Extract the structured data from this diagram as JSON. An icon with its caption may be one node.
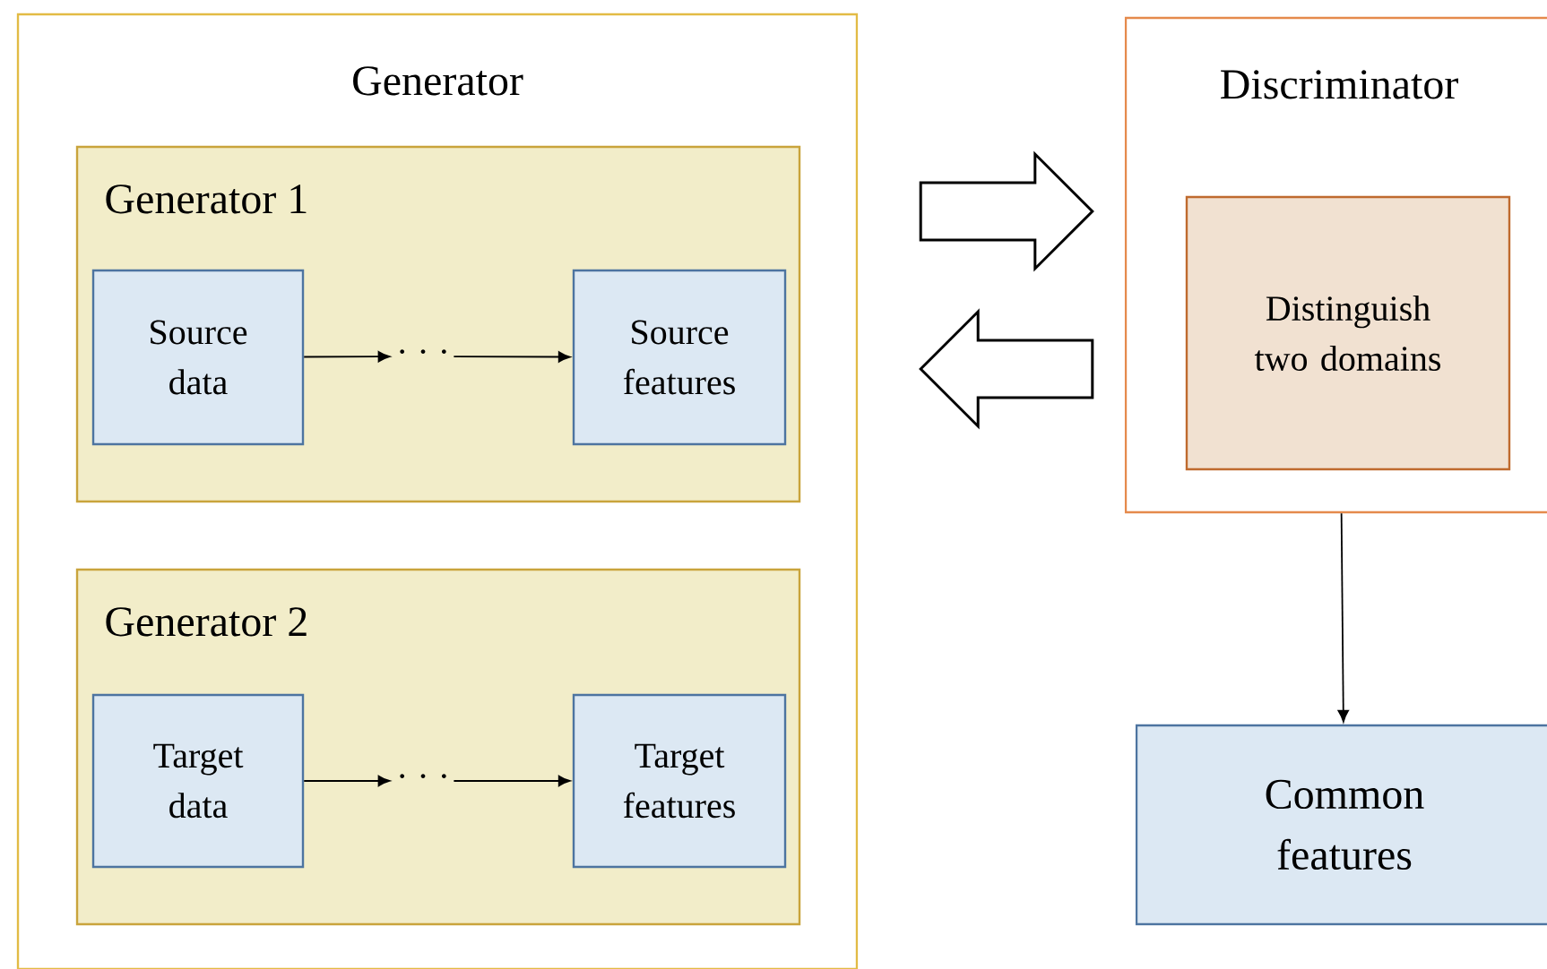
{
  "diagram": {
    "nodes": [
      {
        "text": [
          "Generator"
        ]
      },
      {
        "text": [
          "Generator 1"
        ],
        "in": 0
      },
      {
        "text": [
          "Source data"
        ],
        "in": 1
      },
      {
        "text": [
          "· · ·"
        ],
        "in": 1
      },
      {
        "text": [
          "Source features"
        ],
        "in": 1
      },
      {
        "text": [
          "Generator 2"
        ],
        "in": 0
      },
      {
        "text": [
          "Target data"
        ],
        "in": 5
      },
      {
        "text": [
          "· · ·"
        ],
        "in": 5
      },
      {
        "text": [
          "Target features"
        ],
        "in": 5
      },
      {
        "text": [
          "Discriminator"
        ]
      },
      {
        "text": [
          "Distinguish two domains"
        ],
        "in": 9
      },
      {
        "text": [
          "Common features"
        ]
      }
    ],
    "edges": [
      {
        "from": 2,
        "to": 3,
        "arrow": "to"
      },
      {
        "from": 3,
        "to": 4,
        "arrow": "to"
      },
      {
        "from": 6,
        "to": 7,
        "arrow": "to"
      },
      {
        "from": 7,
        "to": 8,
        "arrow": "to"
      },
      {
        "from": 0,
        "to": 9,
        "arrow": "to",
        "style": "thick"
      },
      {
        "from": 9,
        "to": 0,
        "arrow": "to",
        "style": "thick"
      },
      {
        "from": 9,
        "to": 11,
        "arrow": "to"
      }
    ]
  }
}
